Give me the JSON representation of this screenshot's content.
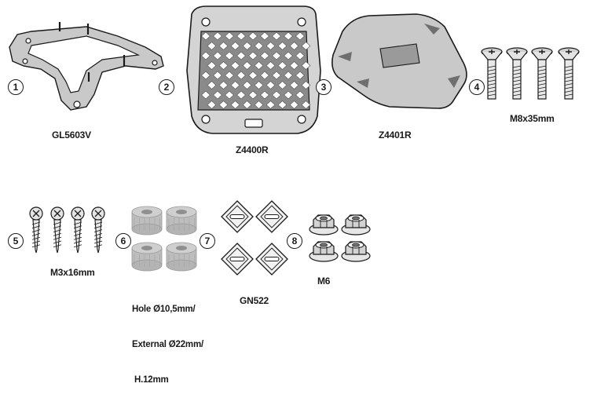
{
  "items": [
    {
      "number": "1",
      "label": "GL5603V"
    },
    {
      "number": "2",
      "label": "Z4400R"
    },
    {
      "number": "3",
      "label": "Z4401R"
    },
    {
      "number": "4",
      "label": "M8x35mm"
    },
    {
      "number": "5",
      "label": "M3x16mm"
    },
    {
      "number": "6",
      "label_lines": [
        "Hole Ø10,5mm/",
        "External Ø22mm/",
        " H.12mm"
      ]
    },
    {
      "number": "7",
      "label": "GN522"
    },
    {
      "number": "8",
      "label": "M6"
    }
  ],
  "colors": {
    "line": "#1a1a1a",
    "plate": "#c9c9c9",
    "grid": "#8a8a8a",
    "spacer": "#bdbdbd"
  }
}
